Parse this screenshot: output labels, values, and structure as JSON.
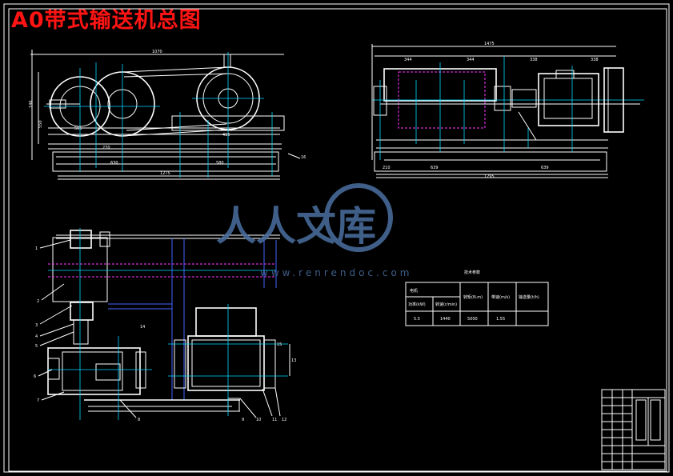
{
  "title": "A0带式输送机总图",
  "watermark": {
    "text": "人人文库",
    "url": "www.renrendoc.com",
    "color": "#4a6fa0"
  },
  "front_view": {
    "dims": [
      "1070",
      "146",
      "550",
      "565",
      "1275",
      "630",
      "270",
      "580",
      "415"
    ],
    "labels": [
      "16"
    ]
  },
  "side_view": {
    "dims": [
      "1475",
      "344",
      "344",
      "338",
      "338",
      "210",
      "639",
      "639",
      "1295"
    ]
  },
  "plan_view": {
    "labels": [
      "1",
      "2",
      "3",
      "4",
      "5",
      "6",
      "7",
      "8",
      "9",
      "10",
      "11",
      "12",
      "13",
      "14",
      "15"
    ]
  },
  "spec_table": {
    "title": "技术参数",
    "header_left": "电机",
    "columns": [
      "功率(kW)",
      "转速(r/min)",
      "转矩(N.m)",
      "带速(m/s)",
      "输送量(t/h)"
    ],
    "row": [
      "5.5",
      "1440",
      "5000",
      "1.55",
      ""
    ]
  },
  "colors": {
    "background": "#000000",
    "title": "#ff1414",
    "outline": "#ffffff",
    "centerline": "#00d8ff",
    "belt": "#ff33ff",
    "frame": "#4466ff"
  }
}
